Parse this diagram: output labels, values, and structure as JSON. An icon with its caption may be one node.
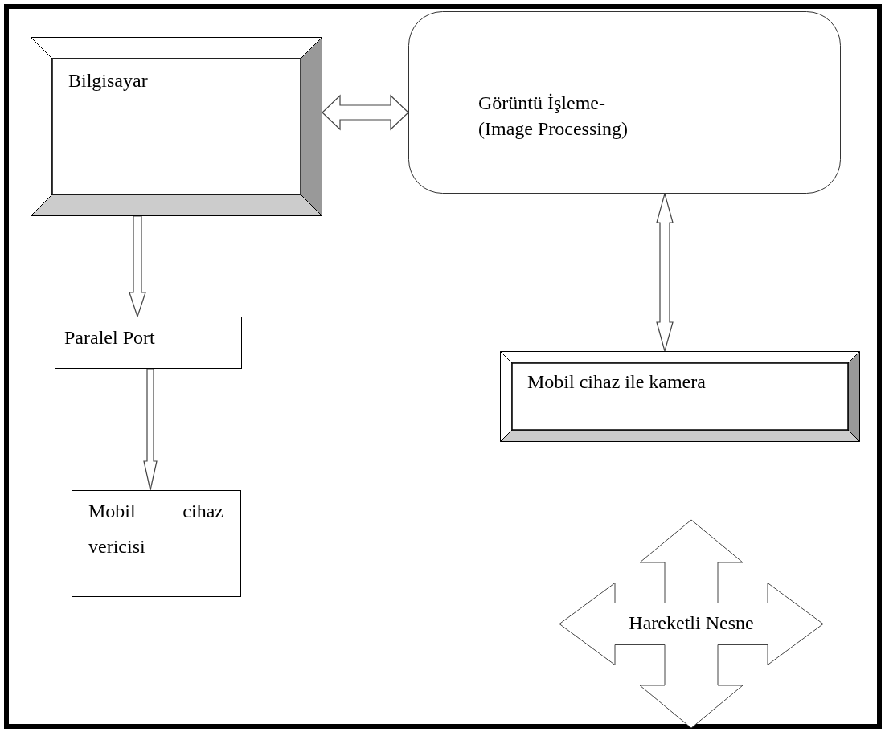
{
  "diagram": {
    "nodes": [
      {
        "text": [
          "Bilgisayar"
        ]
      },
      {
        "text": [
          "Görüntü İşleme- (Image Processing)"
        ]
      },
      {
        "text": [
          "Paralel Port"
        ]
      },
      {
        "text": [
          "Mobil cihaz ile kamera"
        ]
      },
      {
        "text": [
          "Mobil cihaz vericisi"
        ]
      },
      {
        "text": [
          "Hareketli Nesne"
        ]
      }
    ],
    "edges": [
      {
        "from": 0,
        "to": 1,
        "arrow": "both"
      },
      {
        "from": 0,
        "to": 2,
        "arrow": "to"
      },
      {
        "from": 1,
        "to": 3,
        "arrow": "both"
      },
      {
        "from": 2,
        "to": 4,
        "arrow": "to"
      }
    ]
  }
}
